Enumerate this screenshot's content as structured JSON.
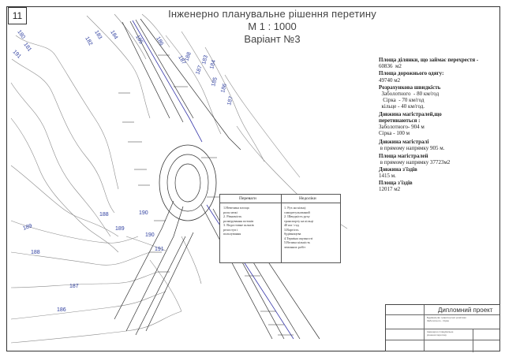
{
  "sheet": {
    "number": "11"
  },
  "title": {
    "line1": "Інженерно планувальне рішення перетину",
    "line2": "М 1 : 1000",
    "line3": "Варіант №3"
  },
  "info": {
    "area_plot_label": "Площа ділянки, що займає перехрестя -",
    "area_plot_value": "60836  м2",
    "road_area_label": "Площа дорожнього одягу:",
    "road_area_value": "49740 м2",
    "speed_label": "Розрахункова швидкість",
    "speed_1": "  Заболотного  - 80 км/год",
    "speed_2": "   Сірка  - 70 км/год",
    "speed_3": "  кільце - 40 км/год.",
    "length_label_1": "Довжина магістралей,що",
    "length_label_2": "перетинаються :",
    "length_1": "Заболотного- 904 м",
    "length_2": "Сірка - 100 м",
    "len_main_label": "Довжина магістралі",
    "len_main_value": " в прямому напрямку 905 м.",
    "area_main_label": "Площа магістралей",
    "area_main_value": " в прямому напрямку 37723м2",
    "len_ramps_label": "Довжина з'їздів",
    "len_ramps_value": "1415 м.",
    "area_ramps_label": "Площа з'їздів",
    "area_ramps_value": "12017 м2"
  },
  "comparison": {
    "pros_header": "Переваги",
    "cons_header": "Недоліки",
    "pros_text": "1.Невелика площа\nроля межі\n2. Рівномість\nрозмірування потоків\n3. Водостовне шляхів\nрелоступ і\nпользування",
    "cons_text": "1. Рух на кільці\nсаморегульований\n2. Швидкість руху\nтранспорту на кільці\n40 км / год\n3.Вартість\nбудівництва\n4.Терміни окупності\n5.Велика кількість\nземляних робіт"
  },
  "stamp": {
    "title": "Дипломний проект",
    "text_a": "Будівництво транспортної розв'язки\nЗаболотного - Сірка",
    "text_b": "Інженерно планувальне\nрішення перетину"
  },
  "contours": {
    "top": [
      "180",
      "181",
      "182",
      "183",
      "184",
      "185",
      "186",
      "187"
    ],
    "right": [
      "183",
      "184",
      "185",
      "186",
      "187"
    ],
    "top_right": [
      "188",
      "187"
    ],
    "left": [
      "191",
      "189",
      "188",
      "189",
      "190",
      "190",
      "191",
      "187",
      "186",
      "188"
    ]
  },
  "colors": {
    "line": "#333333",
    "contour": "#7a7a7a",
    "axis_blue": "#3a3aaa",
    "label_blue": "#3040a0"
  }
}
